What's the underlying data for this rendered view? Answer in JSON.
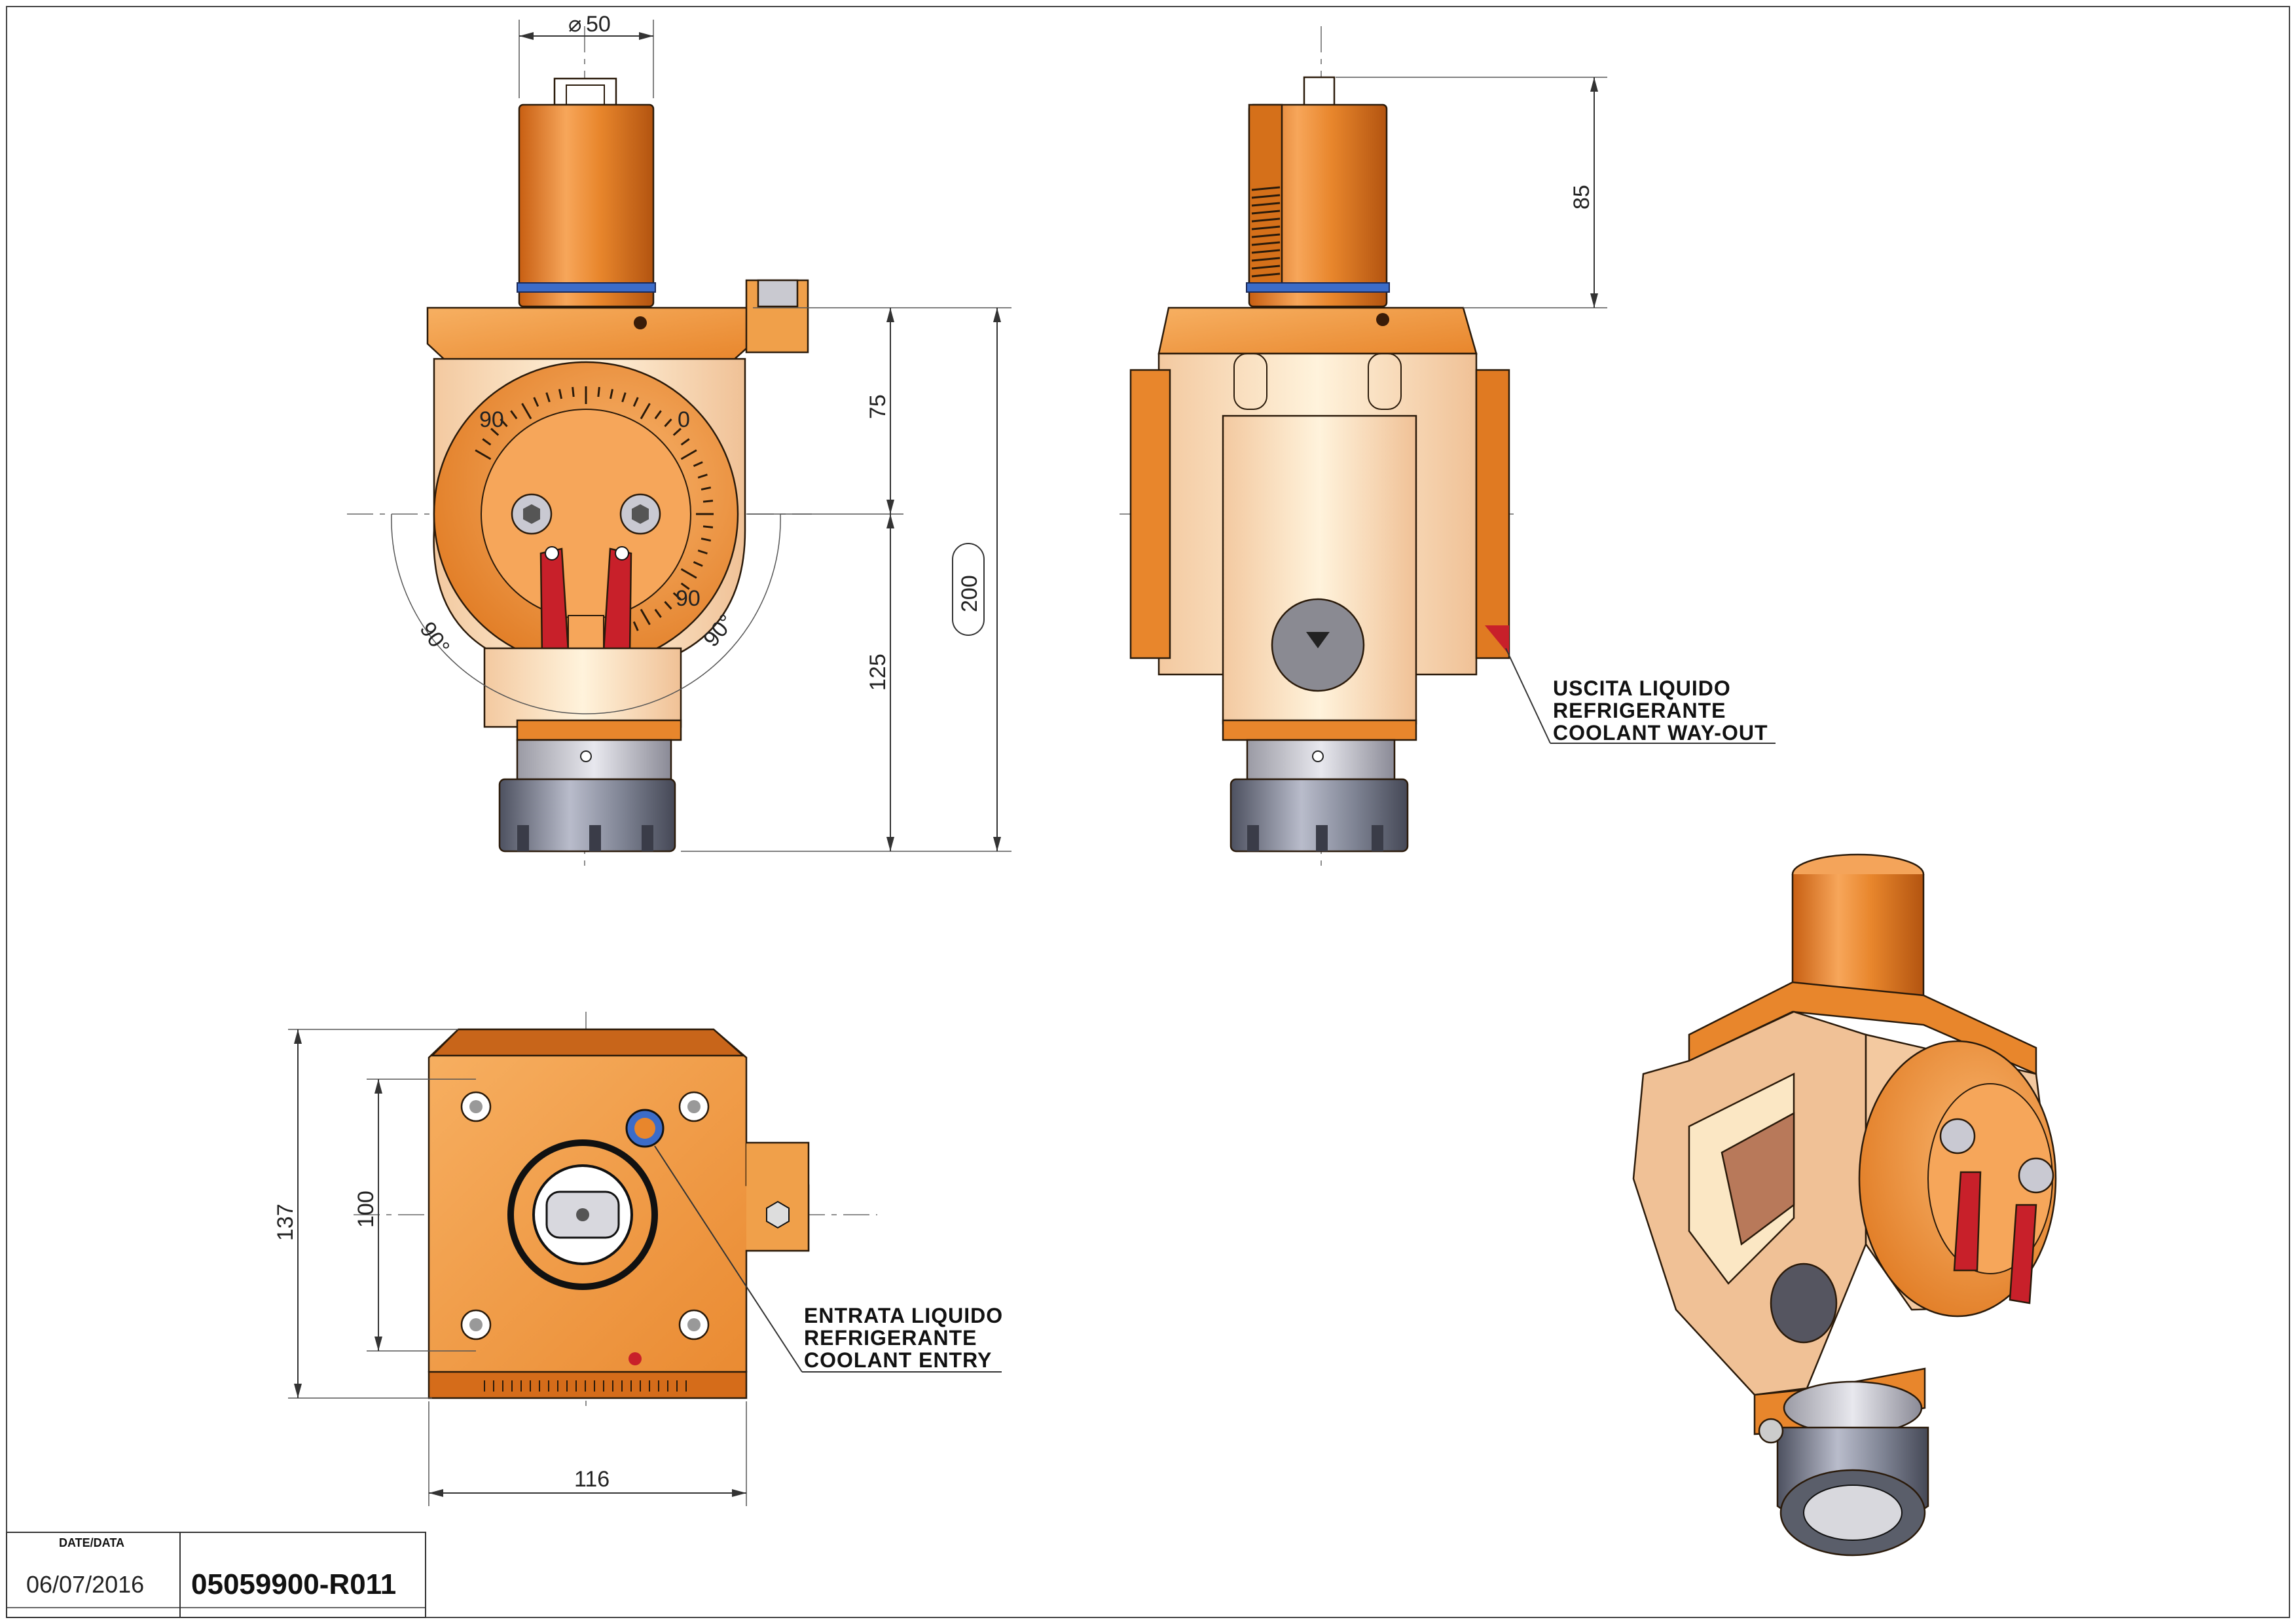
{
  "front_view": {
    "diameter_label": "50",
    "dim_75": "75",
    "dim_125": "125",
    "dim_200": "200",
    "angle_left": "90°",
    "angle_right": "90°",
    "scale_90_top": "90",
    "scale_0": "0",
    "scale_90_bottom": "90"
  },
  "side_view": {
    "dim_85": "85",
    "coolant_out": {
      "line1": "USCITA LIQUIDO",
      "line2": "REFRIGERANTE",
      "line3": "COOLANT WAY-OUT"
    }
  },
  "top_view": {
    "dim_137": "137",
    "dim_100": "100",
    "dim_116": "116",
    "coolant_in": {
      "line1": "ENTRATA LIQUIDO",
      "line2": "REFRIGERANTE",
      "line3": "COOLANT ENTRY"
    }
  },
  "title_block": {
    "date_label": "DATE/DATA",
    "date": "06/07/2016",
    "code": "05059900-R011"
  },
  "colors": {
    "orange": "#e8862c",
    "orange_light": "#f3a04a",
    "cream": "#fbe7c4",
    "red_lever": "#c8202a",
    "nut_grey": "#7a7f90",
    "oring_blue": "#3c6cc8"
  }
}
